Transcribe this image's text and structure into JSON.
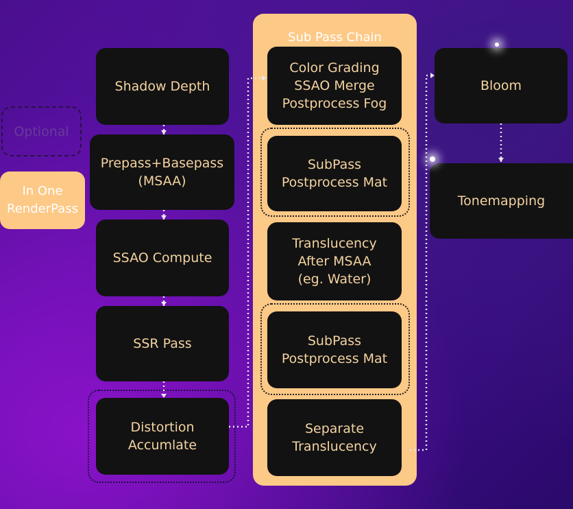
{
  "chain": {
    "title": "Sub Pass Chain"
  },
  "legend": {
    "optional": "Optional",
    "in_one_renderpass": "In One\nRenderPass"
  },
  "left_column": [
    {
      "label": "Shadow Depth"
    },
    {
      "label": "Prepass+Basepass\n(MSAA)"
    },
    {
      "label": "SSAO Compute"
    },
    {
      "label": "SSR Pass"
    },
    {
      "label": "Distortion\nAccumlate"
    }
  ],
  "middle_column": [
    {
      "label": "Color Grading\nSSAO Merge\nPostprocess Fog"
    },
    {
      "label": "SubPass\nPostprocess Mat"
    },
    {
      "label": "Translucency\nAfter MSAA\n(eg. Water)"
    },
    {
      "label": "SubPass\nPostprocess Mat"
    },
    {
      "label": "Separate\nTranslucency"
    }
  ],
  "right_column": [
    {
      "label": "Bloom"
    },
    {
      "label": "Tonemapping"
    }
  ],
  "colors": {
    "node_bg": "#121212",
    "node_text": "#f4d3a0",
    "chain_bg": "#fdc987",
    "background": "#5b10a8"
  }
}
